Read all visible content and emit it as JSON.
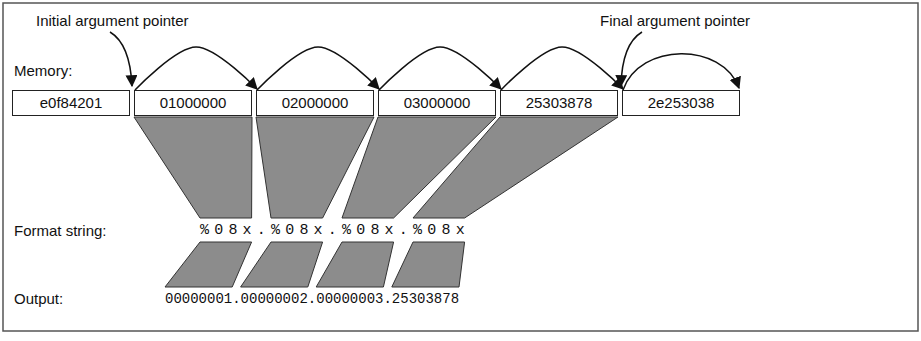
{
  "diagram": {
    "nodes": [
      {
        "text": [
          "e0f84201"
        ]
      },
      {
        "text": [
          "01000000"
        ]
      },
      {
        "text": [
          "02000000"
        ]
      },
      {
        "text": [
          "03000000"
        ]
      },
      {
        "text": [
          "25303878"
        ]
      },
      {
        "text": [
          "2e253038"
        ]
      }
    ],
    "edges": [
      {
        "from": 1,
        "to": 2,
        "arrow": "to"
      },
      {
        "from": 2,
        "to": 3,
        "arrow": "to"
      },
      {
        "from": 3,
        "to": 4,
        "arrow": "to"
      },
      {
        "from": 4,
        "to": 5,
        "arrow": "to"
      }
    ],
    "labels": [
      "Initial argument pointer",
      "Final argument pointer",
      "Memory:",
      "Format string:",
      "%08x.%08x.%08x.%08x",
      "Output:",
      "00000001.00000002.00000003.25303878"
    ]
  }
}
